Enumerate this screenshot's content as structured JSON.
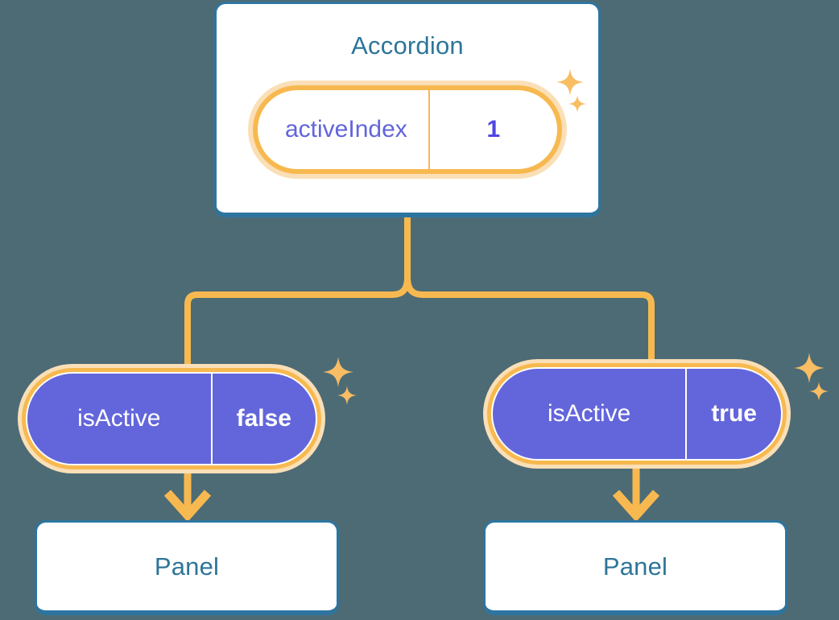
{
  "diagram": {
    "title_component": "Accordion",
    "background_color": "#4d6b75",
    "accent_orange": "#f7b94f",
    "accent_orange_soft": "#fadfb7",
    "accent_blue": "#2d7599",
    "accent_purple": "#6366db",
    "card_background": "#ffffff"
  },
  "accordion": {
    "title": "Accordion",
    "state_badge": {
      "key": "activeIndex",
      "value": "1"
    },
    "sparkle_icons": [
      "sparkle-large-icon",
      "sparkle-small-icon"
    ]
  },
  "children": [
    {
      "badge": {
        "key": "isActive",
        "value": "false"
      },
      "panel_title": "Panel",
      "sparkle_icons": [
        "sparkle-large-icon",
        "sparkle-small-icon"
      ],
      "arrow_icon": "arrow-down-icon"
    },
    {
      "badge": {
        "key": "isActive",
        "value": "true"
      },
      "panel_title": "Panel",
      "sparkle_icons": [
        "sparkle-large-icon",
        "sparkle-small-icon"
      ],
      "arrow_icon": "arrow-down-icon"
    }
  ]
}
